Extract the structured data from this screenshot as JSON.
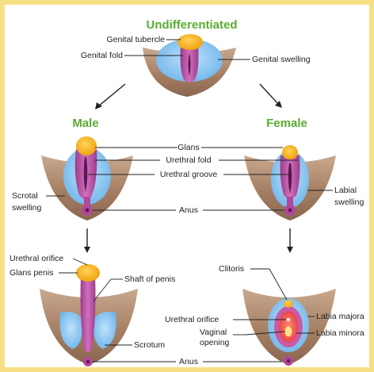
{
  "headings": {
    "undifferentiated": "Undifferentiated",
    "male": "Male",
    "female": "Female"
  },
  "undifferentiated": {
    "genital_tubercle": "Genital tubercle",
    "genital_fold": "Genital fold",
    "genital_swelling": "Genital swelling"
  },
  "middle": {
    "glans": "Glans",
    "urethral_fold": "Urethral fold",
    "urethral_groove": "Urethral groove",
    "anus": "Anus",
    "scrotal_swelling_1": "Scrotal",
    "scrotal_swelling_2": "swelling",
    "labial_swelling_1": "Labial",
    "labial_swelling_2": "swelling"
  },
  "male_adult": {
    "urethral_orifice": "Urethral orifice",
    "glans_penis": "Glans penis",
    "shaft_of_penis": "Shaft of penis",
    "scrotum": "Scrotum",
    "anus": "Anus"
  },
  "female_adult": {
    "clitoris": "Clitoris",
    "urethral_orifice": "Urethral orifice",
    "vaginal_opening_1": "Vaginal",
    "vaginal_opening_2": "opening",
    "labia_majora": "Labia majora",
    "labia_minora": "Labia minora"
  },
  "colors": {
    "background": "#f7df84",
    "heading_green": "#5aab2f",
    "skin": "#a57f63",
    "swelling_blue": "#79bdf0",
    "fold_purple": "#b2479c",
    "glans_yellow": "#f6b41c",
    "labia_red": "#ee4a4c"
  }
}
